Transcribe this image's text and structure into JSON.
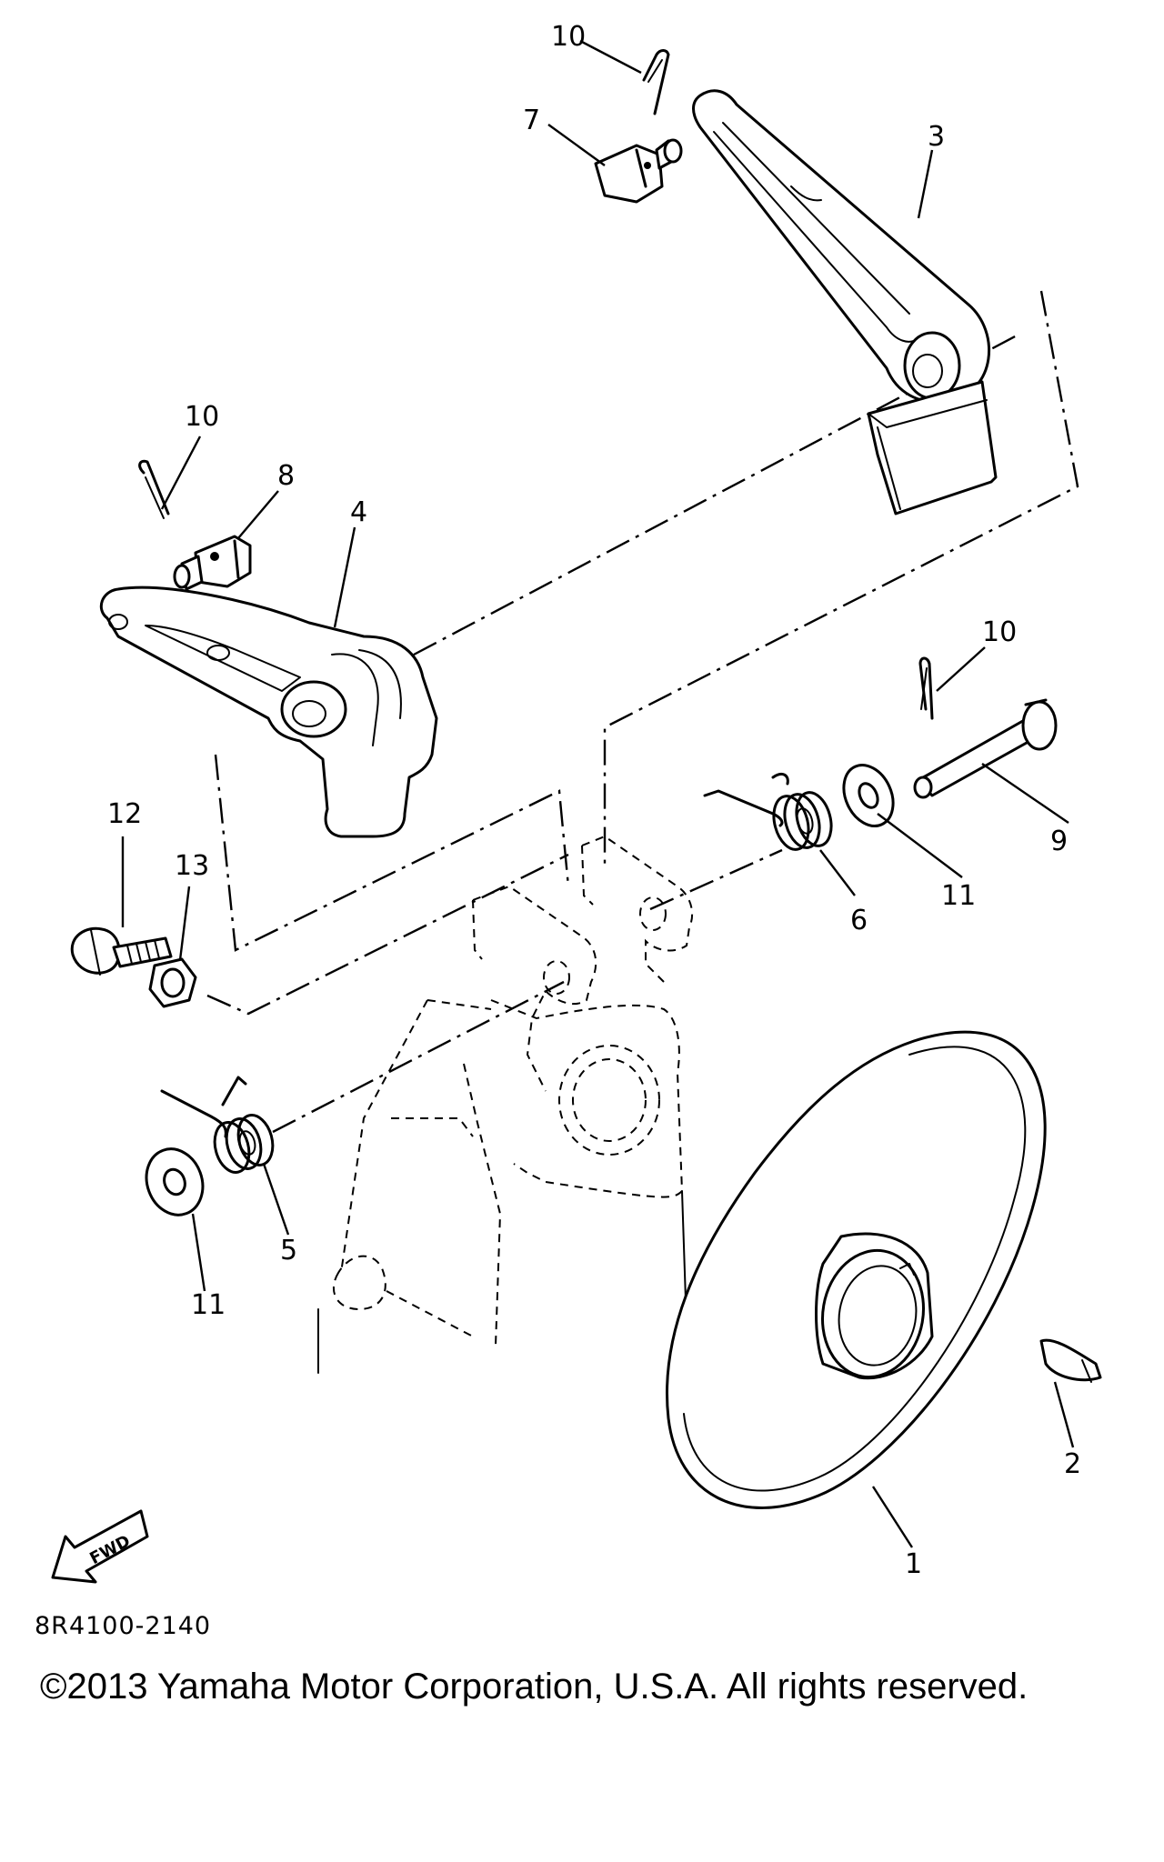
{
  "callouts": {
    "c1": "1",
    "c2": "2",
    "c3": "3",
    "c4": "4",
    "c5": "5",
    "c6": "6",
    "c7": "7",
    "c8": "8",
    "c9": "9",
    "c10a": "10",
    "c10b": "10",
    "c10c": "10",
    "c11a": "11",
    "c11b": "11",
    "c12": "12",
    "c13": "13"
  },
  "fwd_label": "FWD",
  "part_code": "8R4100-2140",
  "copyright": "©2013 Yamaha Motor Corporation, U.S.A. All rights reserved."
}
